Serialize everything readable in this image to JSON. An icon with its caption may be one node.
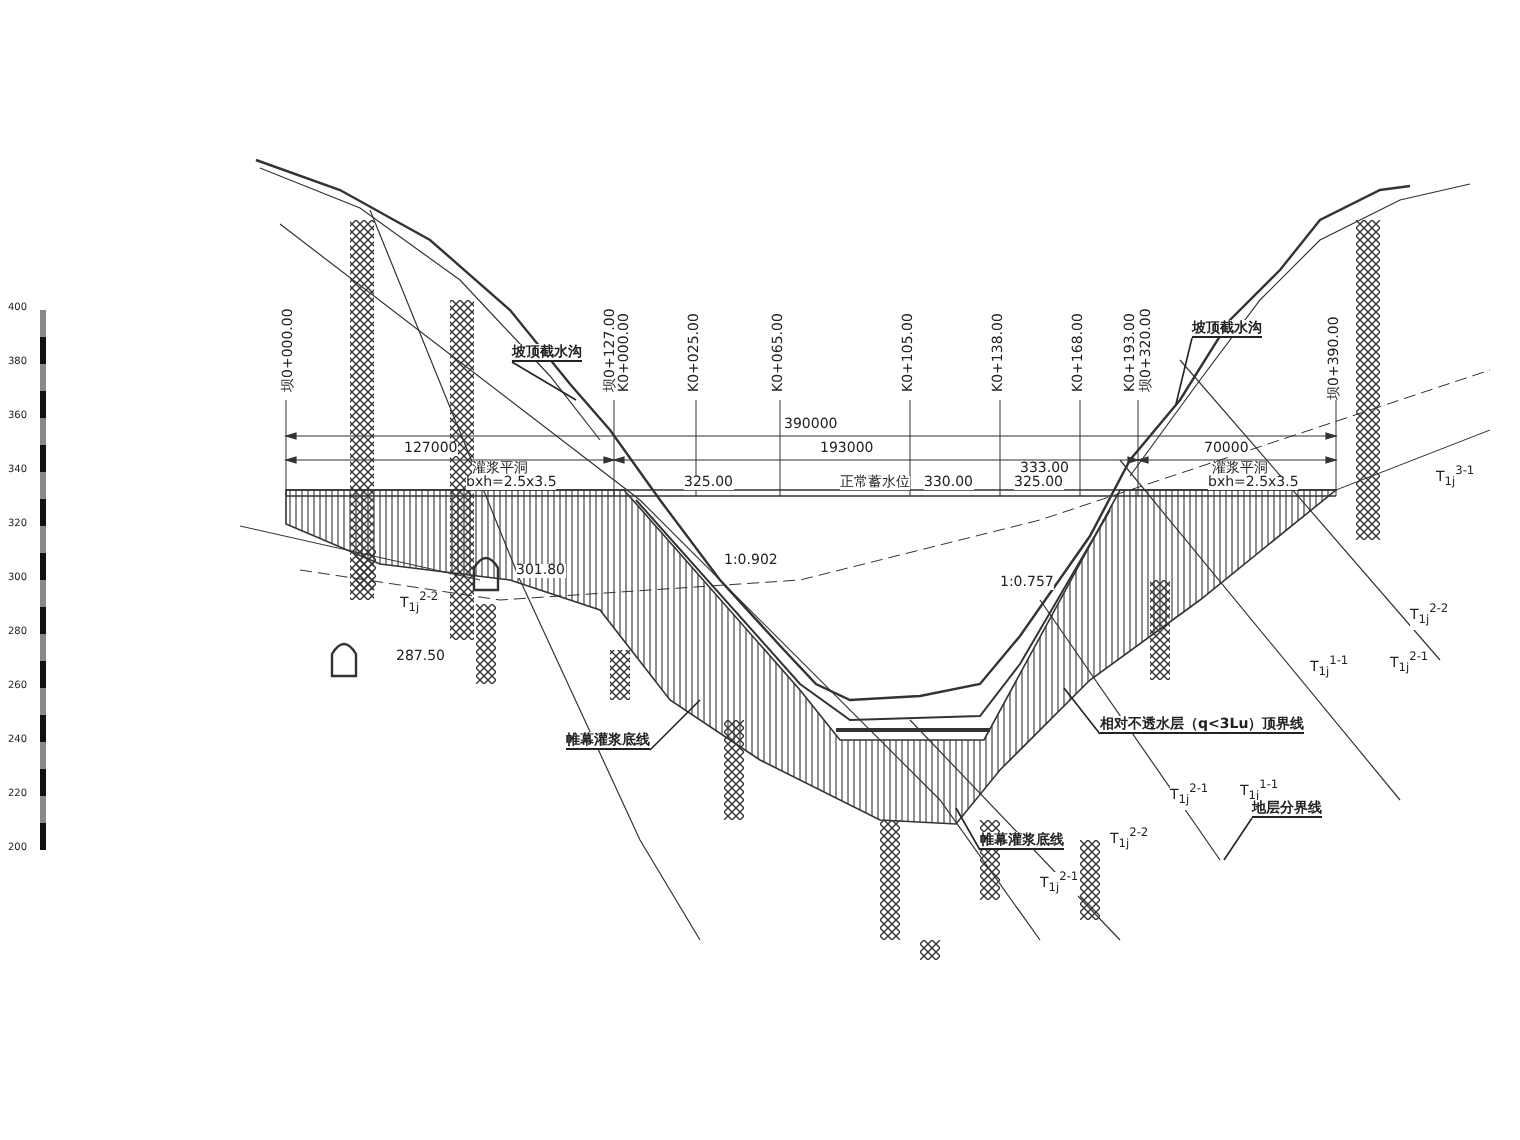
{
  "diagram": {
    "nodes": [
      {
        "text": [
          "坡顶截水沟"
        ]
      },
      {
        "text": [
          "坡顶截水沟"
        ]
      },
      {
        "text": [
          "帷幕灌浆底线"
        ]
      },
      {
        "text": [
          "帷幕灌浆底线"
        ]
      },
      {
        "text": [
          "相对不透水层（q<3Lu）顶界线"
        ]
      },
      {
        "text": [
          "地层分界线"
        ]
      }
    ],
    "edges": [
      {
        "from": 0,
        "to": null,
        "arrow": "none"
      },
      {
        "from": 1,
        "to": null,
        "arrow": "none"
      },
      {
        "from": 2,
        "to": null,
        "arrow": "none"
      },
      {
        "from": 3,
        "to": null,
        "arrow": "none"
      },
      {
        "from": 4,
        "to": null,
        "arrow": "none"
      },
      {
        "from": 5,
        "to": null,
        "arrow": "none"
      }
    ],
    "labels": [
      "400",
      "380",
      "360",
      "340",
      "320",
      "300",
      "280",
      "260",
      "240",
      "220",
      "200",
      "坝0+000.00",
      "坝0+127.00",
      "K0+000.00",
      "K0+025.00",
      "K0+065.00",
      "K0+105.00",
      "K0+138.00",
      "K0+168.00",
      "K0+193.00",
      "坝0+320.00",
      "坝0+390.00",
      "390000",
      "127000",
      "193000",
      "70000",
      "灌浆平洞",
      "333.00",
      "灌浆平洞",
      "bxh=2.5x3.5",
      "325.00",
      "正常蓄水位",
      "330.00",
      "325.00",
      "bxh=2.5x3.5",
      "T$_{1j}$$^{3-1}$",
      "1:0.902",
      "1:0.757",
      "301.80",
      "T$_{1j}$$^{2-2}$",
      "287.50",
      "T$_{1j}$$^{2-2}$",
      "T$_{1j}$$^{1-1}$",
      "T$_{1j}$$^{2-1}$",
      "T$_{1j}$$^{2-1}$",
      "T$_{1j}$$^{1-1}$",
      "T$_{1j}$$^{2-2}$",
      "T$_{1j}$$^{2-1}$"
    ]
  }
}
